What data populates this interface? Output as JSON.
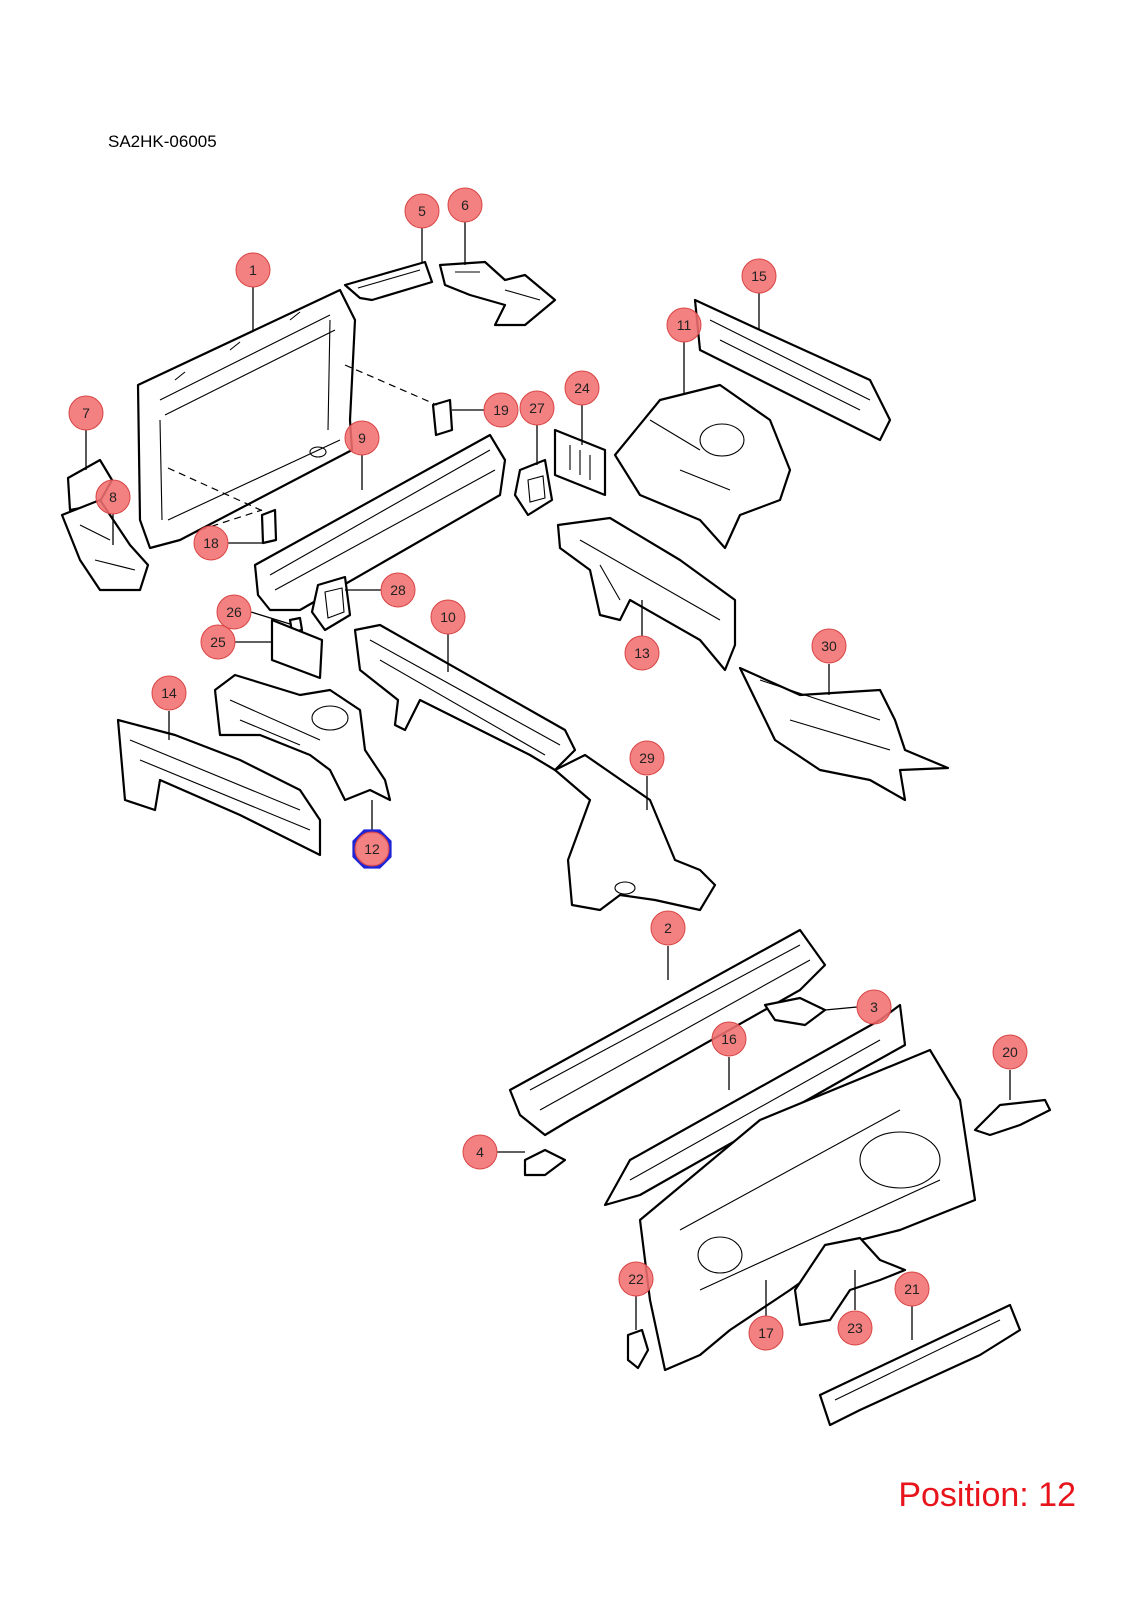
{
  "diagram": {
    "code": "SA2HK-06005",
    "position_label": "Position: 12",
    "selected_callout": "12",
    "highlight_color": "#1f24d6",
    "callout_color": "#f26f6f",
    "position_label_color": "#e8141b"
  },
  "callouts": [
    "1",
    "2",
    "3",
    "4",
    "5",
    "6",
    "7",
    "8",
    "9",
    "10",
    "11",
    "12",
    "13",
    "14",
    "15",
    "16",
    "17",
    "18",
    "19",
    "20",
    "21",
    "22",
    "23",
    "24",
    "25",
    "26",
    "27",
    "28",
    "29",
    "30"
  ]
}
